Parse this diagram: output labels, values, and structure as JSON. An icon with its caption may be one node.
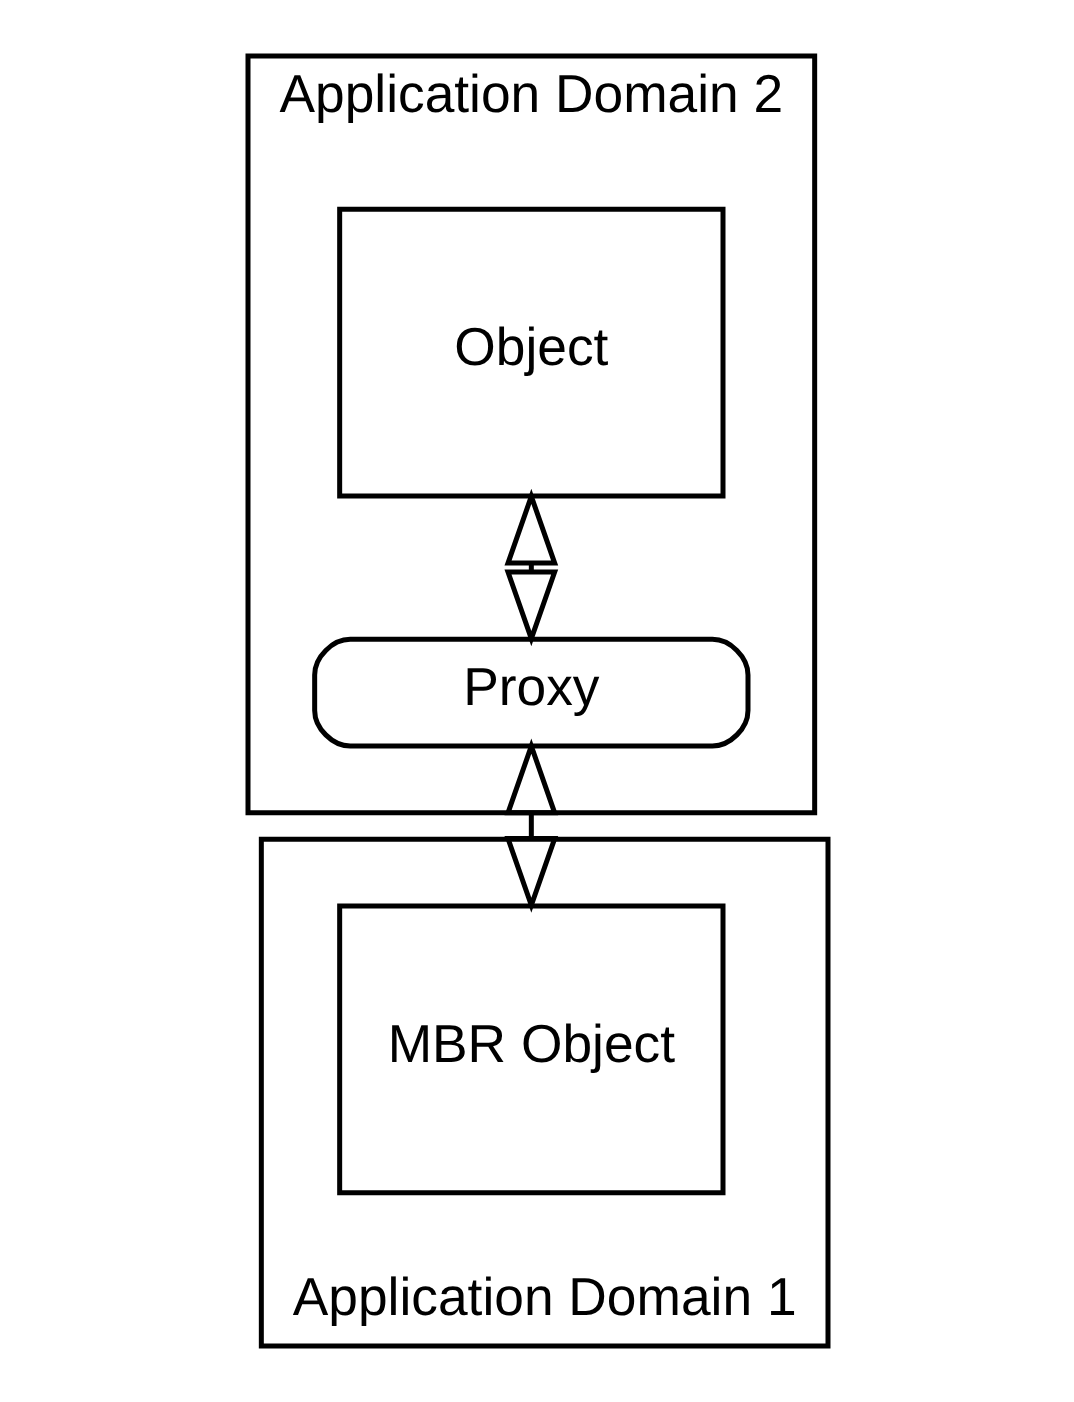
{
  "diagram": {
    "nodes": [
      {
        "text": [
          "Application Domain 2"
        ]
      },
      {
        "text": [
          "Object"
        ],
        "in": 0
      },
      {
        "text": [
          "Proxy"
        ],
        "in": 0
      },
      {
        "text": [
          "Application Domain 1"
        ]
      },
      {
        "text": [
          "MBR Object"
        ],
        "in": 3
      }
    ],
    "edges": [
      {
        "from": 1,
        "to": 2,
        "arrow": "both"
      },
      {
        "from": 2,
        "to": 4,
        "arrow": "both"
      }
    ]
  }
}
